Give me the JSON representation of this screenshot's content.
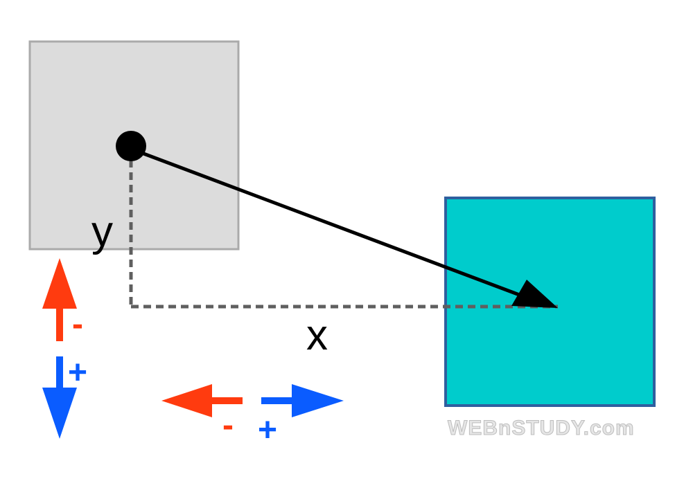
{
  "labels": {
    "x_axis": "x",
    "y_axis": "y"
  },
  "signs": {
    "vertical_negative": "-",
    "vertical_positive": "+",
    "horizontal_negative": "-",
    "horizontal_positive": "+"
  },
  "watermark": "WEBnSTUDY.com",
  "colors": {
    "source_box_fill": "#dcdcdc",
    "source_box_stroke": "#aaaaaa",
    "target_box_fill": "#00cccc",
    "target_box_stroke": "#2f5f9f",
    "vector": "#000000",
    "guide": "#5f5f5f",
    "negative": "#ff3b0f",
    "positive": "#0a5cff"
  }
}
